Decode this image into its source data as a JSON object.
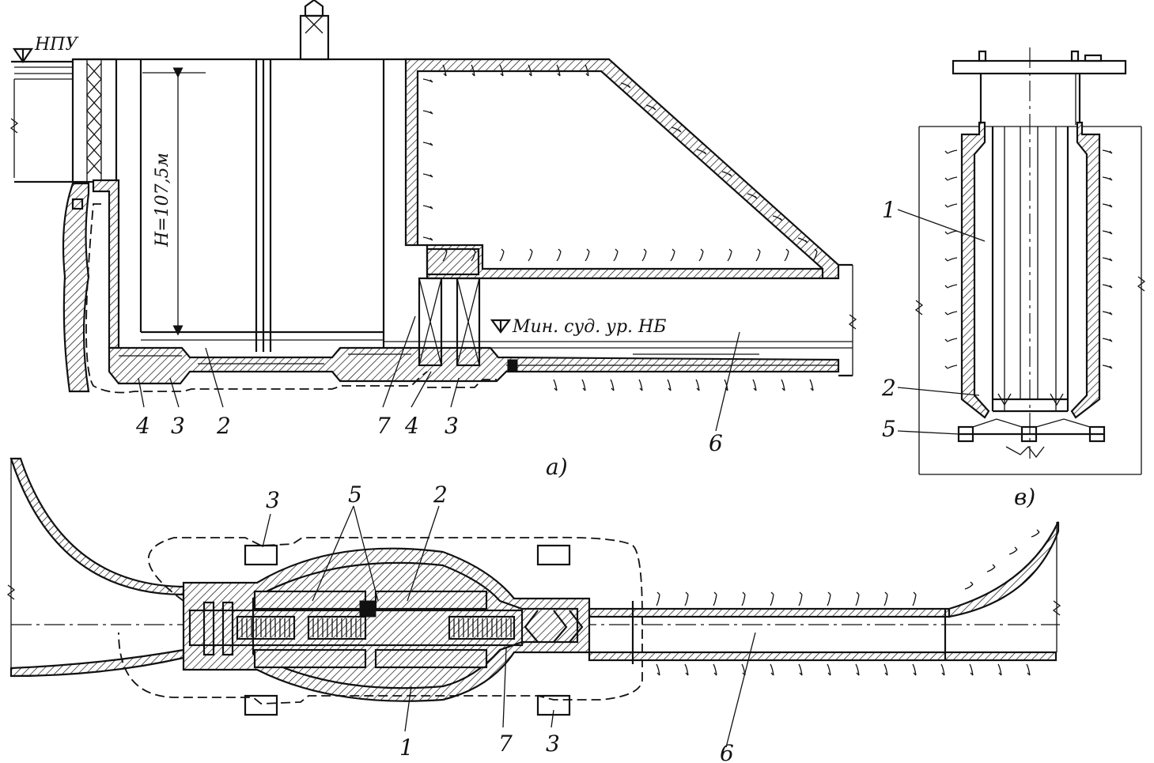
{
  "section_a": {
    "level_upper": "НПУ",
    "head": "H=107,5м",
    "level_lower": "Мин. суд. ур. НБ",
    "callouts": [
      "4",
      "3",
      "2",
      "7",
      "4",
      "3",
      "6"
    ],
    "caption": "а)"
  },
  "section_b": {
    "callouts": [
      "1",
      "2",
      "5"
    ],
    "caption": "в)"
  },
  "plan": {
    "callouts_top": [
      "3",
      "5",
      "2"
    ],
    "callouts_bottom": [
      "1",
      "7",
      "3",
      "6"
    ]
  }
}
